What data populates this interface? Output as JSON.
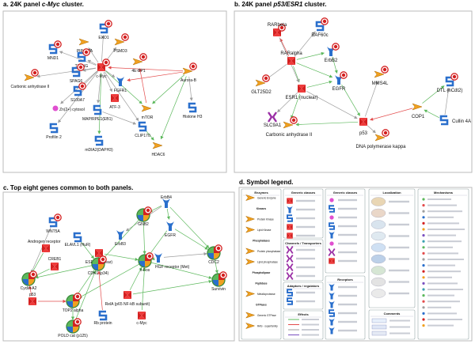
{
  "panels": {
    "a": {
      "title": "a. 24K panel ",
      "title_italic": "c-Myc",
      "title_end": " cluster."
    },
    "b": {
      "title": "b. 24K panel ",
      "title_italic": "p53/ESR1",
      "title_end": " cluster."
    },
    "c": {
      "title": "c. Top eight genes common to both panels."
    },
    "d": {
      "title": "d. Symbol legend."
    }
  },
  "panel_a_nodes": [
    {
      "label": "EXO1"
    },
    {
      "label": "PIP4K2A"
    },
    {
      "label": "PSMD3"
    },
    {
      "label": "MND1"
    },
    {
      "label": "TXLNG"
    },
    {
      "label": "SPAG6"
    },
    {
      "label": "c-Myc"
    },
    {
      "label": "4E-BP1"
    },
    {
      "label": "FGFR1"
    },
    {
      "label": "Aurora-B"
    },
    {
      "label": "Carbonic anhydrase II"
    },
    {
      "label": "S100A7"
    },
    {
      "label": "ATF-3"
    },
    {
      "label": "Zn(2+) cytosol"
    },
    {
      "label": "MAP/RPE1(EB1)"
    },
    {
      "label": "mTOR"
    },
    {
      "label": "Histone H3"
    },
    {
      "label": "Profilin 2"
    },
    {
      "label": "CLIP170"
    },
    {
      "label": "mDIA2(DAPH3)"
    },
    {
      "label": "HDAC6"
    }
  ],
  "panel_b_nodes": [
    {
      "label": "BAF60c"
    },
    {
      "label": "RARbeta"
    },
    {
      "label": "ErbB2"
    },
    {
      "label": "RARalpha"
    },
    {
      "label": "GLT25D2"
    },
    {
      "label": "EGFR"
    },
    {
      "label": "MMS4L"
    },
    {
      "label": "DTL (hCdt2)"
    },
    {
      "label": "ESR1 (nuclear)"
    },
    {
      "label": "SLC9A1"
    },
    {
      "label": "p53"
    },
    {
      "label": "COP1"
    },
    {
      "label": "Cullin 4A"
    },
    {
      "label": "Carbonic anhydrase II"
    },
    {
      "label": "DNA polymerase kappa"
    }
  ],
  "panel_c_nodes": [
    {
      "label": "ErbB4"
    },
    {
      "label": "WNT5A"
    },
    {
      "label": "GNB2"
    },
    {
      "label": "ErbB3"
    },
    {
      "label": "EGFR"
    },
    {
      "label": "ELAVL1 (HuR)"
    },
    {
      "label": "Androgen receptor"
    },
    {
      "label": "ESR1 (nuclear)"
    },
    {
      "label": "CREB1"
    },
    {
      "label": "HGF receptor (Met)"
    },
    {
      "label": "CDC2"
    },
    {
      "label": "CDK1 (p34)"
    },
    {
      "label": "c-Fos"
    },
    {
      "label": "Cyclin A2"
    },
    {
      "label": "Survivin"
    },
    {
      "label": "p53"
    },
    {
      "label": "TOP2 alpha"
    },
    {
      "label": "RelA (p65 NF-kB subunit)"
    },
    {
      "label": "Rb protein"
    },
    {
      "label": "c-Myc"
    },
    {
      "label": "POLD cat (p125)"
    }
  ],
  "legend": {
    "enzymes_header": "Enzymes",
    "enzyme_rows": [
      "Generic Enzyme",
      "Kinases",
      "Protein Kinase",
      "Lipid Kinase",
      "Phosphatases",
      "Protein phosphatase",
      "Lipid phosphatase",
      "Phospholipase",
      "Peptidase",
      "Metalloprotease",
      "GTPases",
      "Generic GTPase",
      "RAS - superfamily"
    ],
    "receptors_header": "Channels / Transporters",
    "misc_header": "Generic classes",
    "localization_header": "Localization",
    "mechanisms_header": "Mechanisms",
    "receptors2_header": "Receptors",
    "effects_header": "Effects",
    "adapters_header": "Adaptors / regulators",
    "comments_header": "Comments"
  },
  "colors": {
    "activation_edge": "#5cb85c",
    "inhibition_edge": "#e34b4b",
    "unspecified_edge": "#9e9e9e",
    "enzyme_orange": "#f0a020",
    "transcription_factor": "#d42020",
    "receptor_blue": "#2a6fcc"
  }
}
